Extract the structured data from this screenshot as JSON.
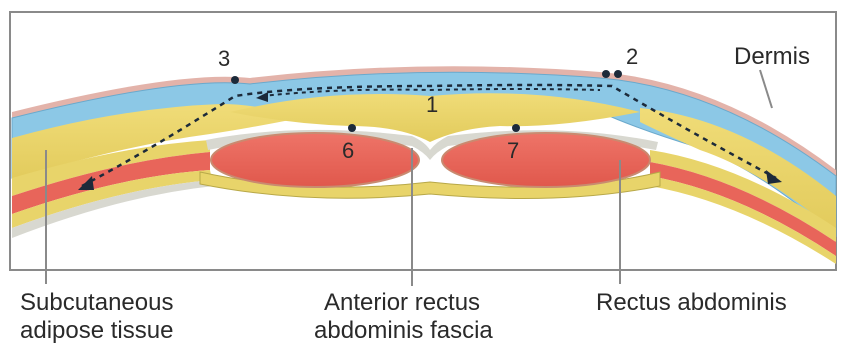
{
  "markers": {
    "m1": "1",
    "m2": "2",
    "m3": "3",
    "m6": "6",
    "m7": "7"
  },
  "labels": {
    "dermis": "Dermis",
    "subcutaneous_line1": "Subcutaneous",
    "subcutaneous_line2": "adipose tissue",
    "fascia_line1": "Anterior rectus",
    "fascia_line2": "abdominis fascia",
    "rectus": "Rectus abdominis"
  },
  "colors": {
    "skin_outline": "#d9a9a0",
    "dermis_blue": "#8cc8e6",
    "adipose_yellow": "#e8d46a",
    "muscle_red": "#e8655a",
    "fascia_gray": "#d8d8d0",
    "frame_gray": "#8a8a8a"
  }
}
